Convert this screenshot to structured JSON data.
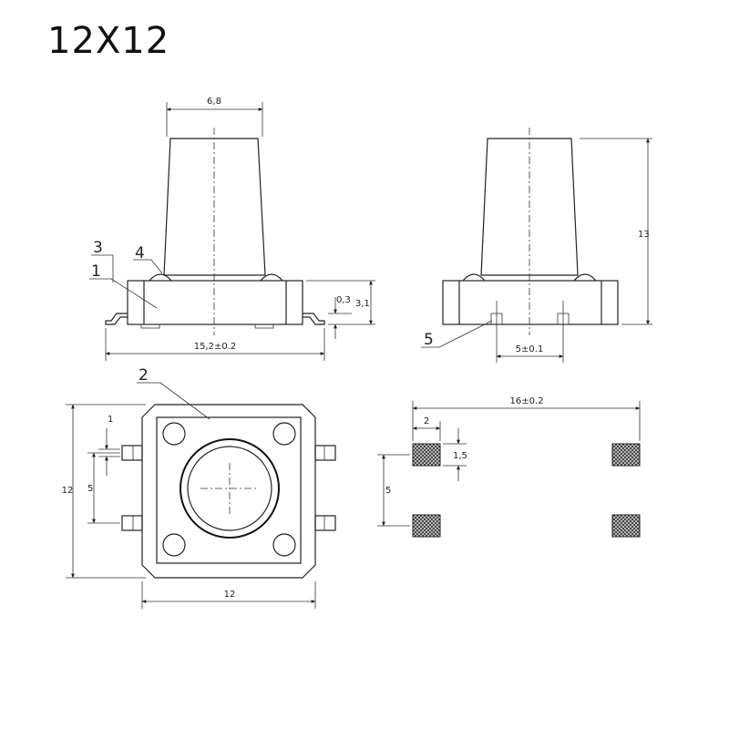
{
  "title": "12X12",
  "front_view": {
    "dims": {
      "width_top": "6,8",
      "thickness": "0,3",
      "height": "3,1",
      "length": "15,2±0.2"
    },
    "callouts": [
      "3",
      "4",
      "1"
    ]
  },
  "side_view": {
    "dims": {
      "total_height": "13",
      "pitch": "5±0.1"
    },
    "callouts": [
      "5"
    ]
  },
  "top_view": {
    "dims": {
      "lead_width": "1",
      "lead_pitch": "5",
      "height": "12",
      "width": "12"
    },
    "callouts": [
      "2"
    ]
  },
  "footprint": {
    "dims": {
      "span": "16±0.2",
      "pad_width": "2",
      "pad_height": "1,5",
      "pitch": "5"
    }
  }
}
